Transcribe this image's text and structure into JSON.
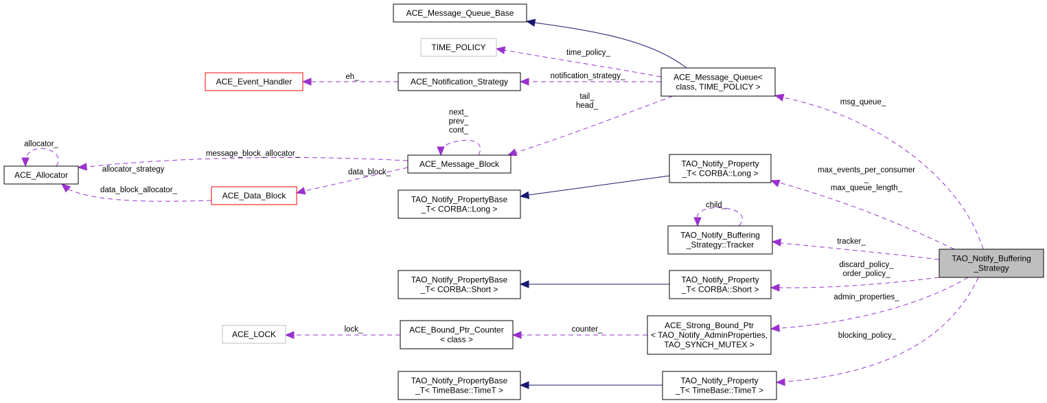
{
  "diagram": {
    "title": "Collaboration diagram for TAO_Notify_Buffering_Strategy",
    "colors": {
      "use_edge": "#9a32cd",
      "inherit_edge": "#191970",
      "focus_fill": "#bfbfbf",
      "undocumented_border": "#ff0000",
      "external_border": "#bfbfbf"
    },
    "nodes": {
      "mqbase": {
        "lines": [
          "ACE_Message_Queue_Base"
        ]
      },
      "timepol": {
        "lines": [
          "TIME_POLICY"
        ]
      },
      "evh": {
        "lines": [
          "ACE_Event_Handler"
        ]
      },
      "notif": {
        "lines": [
          "ACE_Notification_Strategy"
        ]
      },
      "mq": {
        "lines": [
          "ACE_Message_Queue<",
          "class, TIME_POLICY >"
        ]
      },
      "alloc": {
        "lines": [
          "ACE_Allocator"
        ]
      },
      "mblock": {
        "lines": [
          "ACE_Message_Block"
        ]
      },
      "dblock": {
        "lines": [
          "ACE_Data_Block"
        ]
      },
      "plong": {
        "lines": [
          "TAO_Notify_Property",
          "_T< CORBA::Long >"
        ]
      },
      "pblong": {
        "lines": [
          "TAO_Notify_PropertyBase",
          "_T< CORBA::Long >"
        ]
      },
      "tracker": {
        "lines": [
          "TAO_Notify_Buffering",
          "_Strategy::Tracker"
        ]
      },
      "focus": {
        "lines": [
          "TAO_Notify_Buffering",
          "_Strategy"
        ]
      },
      "pbshort": {
        "lines": [
          "TAO_Notify_PropertyBase",
          "_T< CORBA::Short >"
        ]
      },
      "pshort": {
        "lines": [
          "TAO_Notify_Property",
          "_T< CORBA::Short >"
        ]
      },
      "acelock": {
        "lines": [
          "ACE_LOCK"
        ]
      },
      "bpc": {
        "lines": [
          "ACE_Bound_Ptr_Counter",
          "< class >"
        ]
      },
      "sbp": {
        "lines": [
          "ACE_Strong_Bound_Ptr",
          "< TAO_Notify_AdminProperties,",
          "TAO_SYNCH_MUTEX >"
        ]
      },
      "pbtime": {
        "lines": [
          "TAO_Notify_PropertyBase",
          "_T< TimeBase::TimeT >"
        ]
      },
      "ptime": {
        "lines": [
          "TAO_Notify_Property",
          "_T< TimeBase::TimeT >"
        ]
      }
    },
    "edge_labels": {
      "time_policy": [
        "time_policy_"
      ],
      "notification_strategy": [
        "notification_strategy_"
      ],
      "eh": [
        "eh_"
      ],
      "tail_head": [
        "tail_",
        "head_"
      ],
      "next_prev_cont": [
        "next_",
        "prev_",
        "cont_"
      ],
      "allocator_self": [
        "allocator_"
      ],
      "message_block_allocator": [
        "message_block_allocator_"
      ],
      "allocator_strategy": [
        "allocator_strategy"
      ],
      "data_block_allocator": [
        "data_block_allocator_"
      ],
      "data_block": [
        "data_block_"
      ],
      "msg_queue": [
        "msg_queue_"
      ],
      "max_events": [
        "max_events_per_consumer",
        "_",
        "max_queue_length_"
      ],
      "child": [
        "child_"
      ],
      "tracker": [
        "tracker_"
      ],
      "discard_order": [
        "discard_policy_",
        "order_policy_"
      ],
      "admin_properties": [
        "admin_properties_"
      ],
      "lock": [
        "lock_"
      ],
      "counter": [
        "counter_"
      ],
      "blocking_policy": [
        "blocking_policy_"
      ]
    }
  }
}
